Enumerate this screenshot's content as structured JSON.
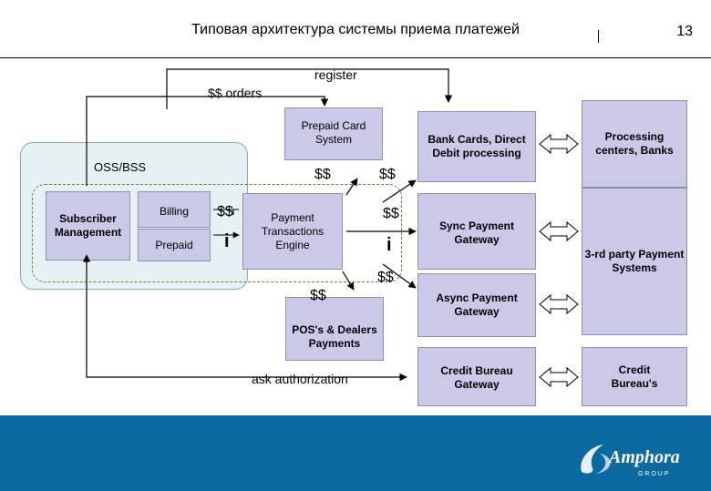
{
  "slide": {
    "title": "Типовая архитектура системы приема платежей",
    "page_number": "13"
  },
  "diagram": {
    "register_label": "register",
    "orders_label": "$$ orders",
    "oss_bss_label": "OSS/BSS",
    "subscriber_management": "Subscriber Management",
    "billing": "Billing",
    "prepaid": "Prepaid",
    "prepaid_card_system": "Prepaid Card System",
    "payment_transactions_engine": "Payment Transactions Engine",
    "pos_dealers": "POS's & Dealers Payments",
    "ask_authorization": "ask authorization",
    "bank_cards": "Bank Cards, Direct Debit processing",
    "sync_gateway": "Sync Payment Gateway",
    "async_gateway": "Async Payment Gateway",
    "credit_bureau_gateway": "Credit Bureau Gateway",
    "processing_centers": "Processing centers, Banks",
    "third_party": "3-rd party Payment Systems",
    "credit_bureaus": "Credit Bureau's",
    "money": "$$",
    "info": "i"
  },
  "footer": {
    "logo_text": "Amphora",
    "logo_subtext": "G R O U P"
  }
}
